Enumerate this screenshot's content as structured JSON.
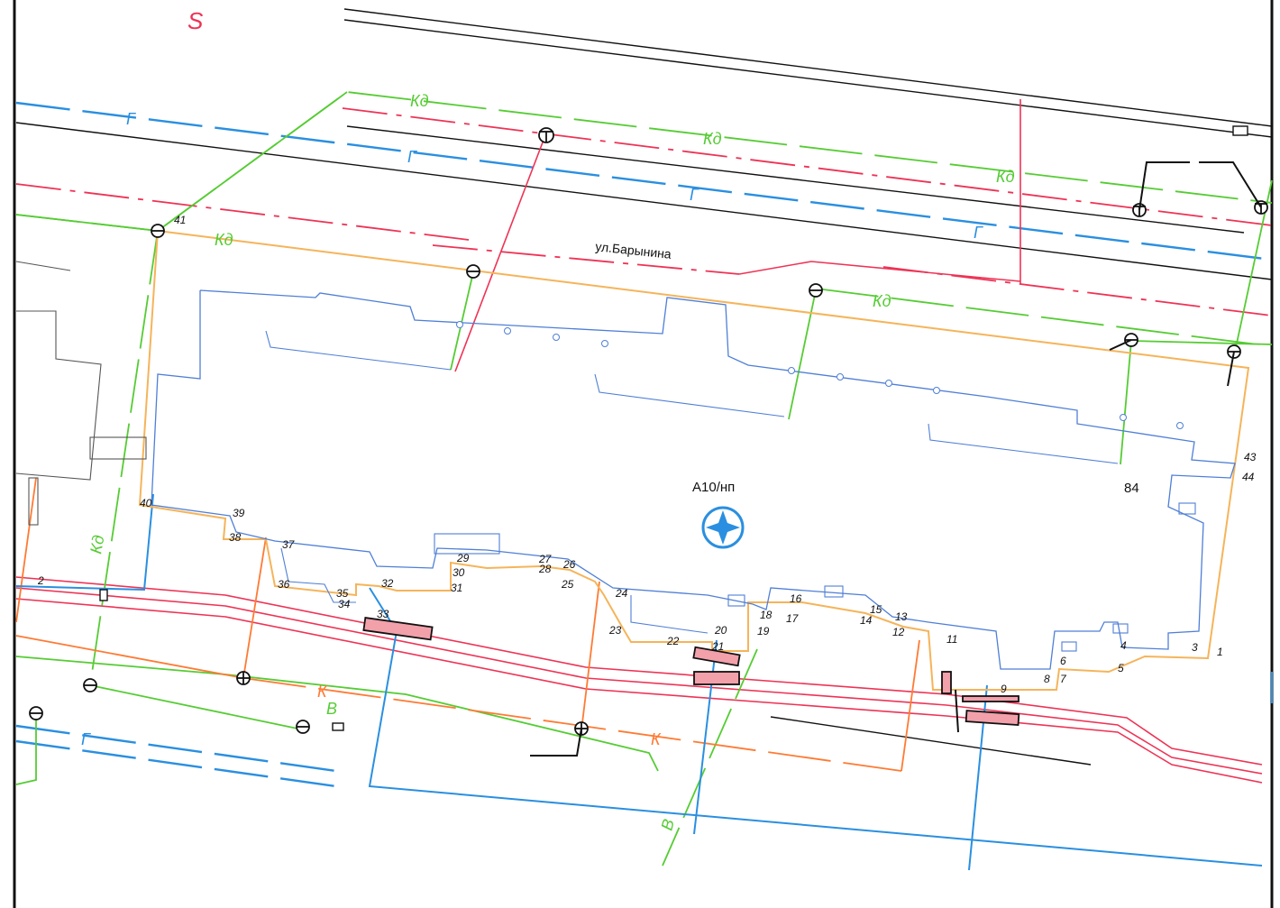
{
  "north_label": "S",
  "street_label": "ул.Барынина",
  "building_label": "А10/нп",
  "building_number": "84",
  "utility_labels": {
    "kd": "Кд",
    "g": "Г",
    "k": "К",
    "b": "В"
  },
  "colors": {
    "drainage_green": "#55cc33",
    "gas_blue": "#2a8fe0",
    "sewer_orange": "#ff7a33",
    "heat_pink": "#ee3355",
    "lot_boundary": "#f5b45a",
    "building_outline": "#4f7fd6",
    "black_lines": "#111111"
  },
  "point_numbers": [
    "1",
    "2",
    "3",
    "4",
    "5",
    "6",
    "7",
    "8",
    "9",
    "11",
    "12",
    "13",
    "14",
    "15",
    "16",
    "17",
    "18",
    "19",
    "20",
    "21",
    "22",
    "23",
    "24",
    "25",
    "26",
    "27",
    "28",
    "29",
    "30",
    "31",
    "32",
    "33",
    "34",
    "35",
    "36",
    "37",
    "38",
    "39",
    "40",
    "41",
    "43",
    "44"
  ],
  "icons": [
    "compass-star-icon",
    "manhole-icon",
    "hydrant-icon"
  ]
}
